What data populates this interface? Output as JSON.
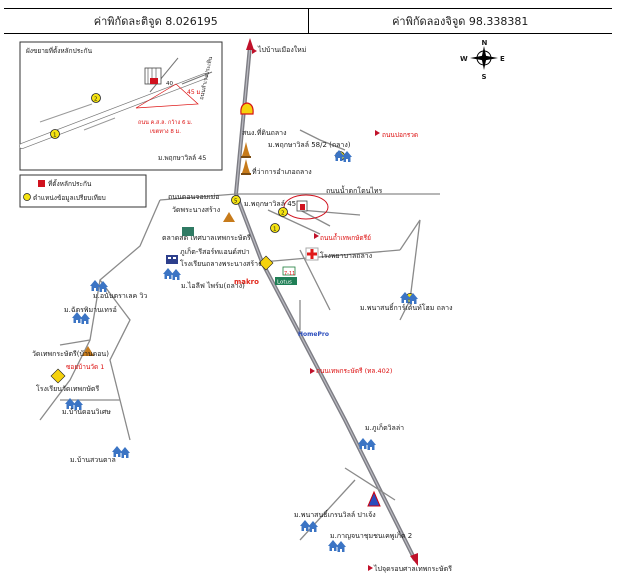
{
  "header": {
    "lat_label": "ค่าพิกัดละติจูด 8.026195",
    "lon_label": "ค่าพิกัดลองจิจูด 98.338381"
  },
  "compass": {
    "n": "N",
    "s": "S",
    "e": "E",
    "w": "W"
  },
  "inset": {
    "title": "ผังขยายที่ตั้งหลักประกัน",
    "plot_no": "40",
    "dim_road": "45 ม.",
    "road_desc_1": "ถนน ค.ส.ล. กว้าง 6 ม.",
    "road_desc_2": "เขตทาง 8 ม.",
    "road_vertical": "ถนนสำเรจประเทิน",
    "village": "ม.พฤกษาวิลล์ 45",
    "marker_1": "1",
    "marker_2": "2"
  },
  "legend": {
    "collateral": "ที่ตั้งหลักประกัน",
    "comparable": "ตำแหน่งข้อมูลเปรียบเทียบ"
  },
  "map_labels": {
    "top_road": "ไปบ้านเมืองใหม่",
    "shell": "สนง.ที่ดินถลาง",
    "pruksa58": "ม.พฤกษาวิลล์ 58/2 (ถลาง)",
    "district_office": "ที่ว่าการอำเภอถลาง",
    "road_bo_krat": "ถนนบ่อกรวด",
    "road_don_jorm": "ถนนดอนจอมเม่อ",
    "road_nam_tok": "ถนนน้ำตกโตนไทร",
    "wat_phra_nang": "วัดพระนางสร้าง",
    "pruksa45": "ม.พฤกษาวิลล์ 45",
    "market": "ตลาดสด เทศบาลเทพกระษัตรี",
    "phuket_resort": "ภูเก็ต-รีสอร์ทแอนด์สปา",
    "school_phra_nang": "โรงเรียนถลางพระนางสร้าง",
    "road_hospital": "ถนนถ้ำเทพกษัตรีย์",
    "hospital": "โรงพยาบาลถลาง",
    "seven_eleven": "7-11",
    "lotus": "Lotus",
    "makro": "makro",
    "my_life": "ม.ไอลีฟ ไพร์ม(ถลาง)",
    "anuthara": "ม.อนันตราเลค วิว",
    "chatwarin": "ม.ฉัตรพิมานเทรอ์",
    "wat_thep": "วัดเทพกระษัตรี(บ้านดอน)",
    "road_soi1": "ซอยบ้านวัด 1",
    "school_thep": "โรงเรียนวัดเทพกษัตรี",
    "ban_don_village": "ม.บ้านดอนวิเศษ",
    "ban_suan": "ม.บ้านสวนตาล",
    "home_pro": "HomePro",
    "road_thep_409": "ถนนเทพกระษัตรี (ทล.402)",
    "mo_home": "ม.พนาสนธิ์การ์เด้นท์โฮม ถลาง",
    "phuket_villa": "ม.ภูเก็ตวิลล่า",
    "panason": "ม.พนาสนธิ์เกรนวิลล์ ปาเจ้ง",
    "kanda": "ม.กาญจนาชุมชนเคพูเก็ต 2",
    "to_phuket": "ไปจุดรอบศาลเทพกระษัตรี"
  },
  "colors": {
    "road": "#8a8a8a",
    "main_road": "#7d7d84",
    "arrow": "#c0112a",
    "marker_yellow": "#f5e312",
    "house_blue": "#3b74c4",
    "collateral_red": "#d0121e"
  }
}
